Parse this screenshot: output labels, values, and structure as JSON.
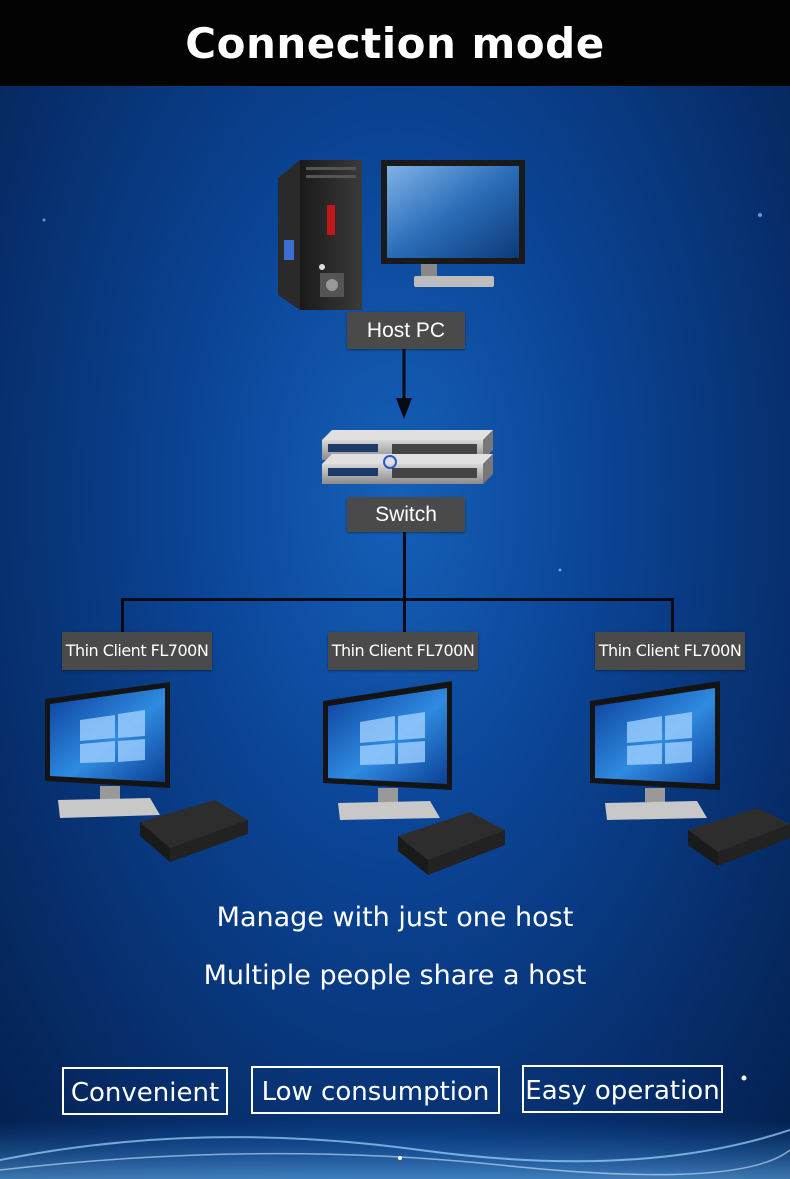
{
  "header": {
    "title": "Connection mode"
  },
  "diagram": {
    "host_label": "Host PC",
    "switch_label": "Switch",
    "clients": [
      {
        "label": "Thin Client FL700N"
      },
      {
        "label": "Thin Client FL700N"
      },
      {
        "label": "Thin Client FL700N"
      }
    ]
  },
  "taglines": {
    "line1": "Manage with just one host",
    "line2": "Multiple people share a host"
  },
  "features": {
    "item1": "Convenient",
    "item2": "Low consumption",
    "item3": "Easy operation"
  },
  "colors": {
    "header_bg": "#030303",
    "background": "#0b4597",
    "label_bg": "#4a4a4a",
    "connector": "#050a14"
  }
}
